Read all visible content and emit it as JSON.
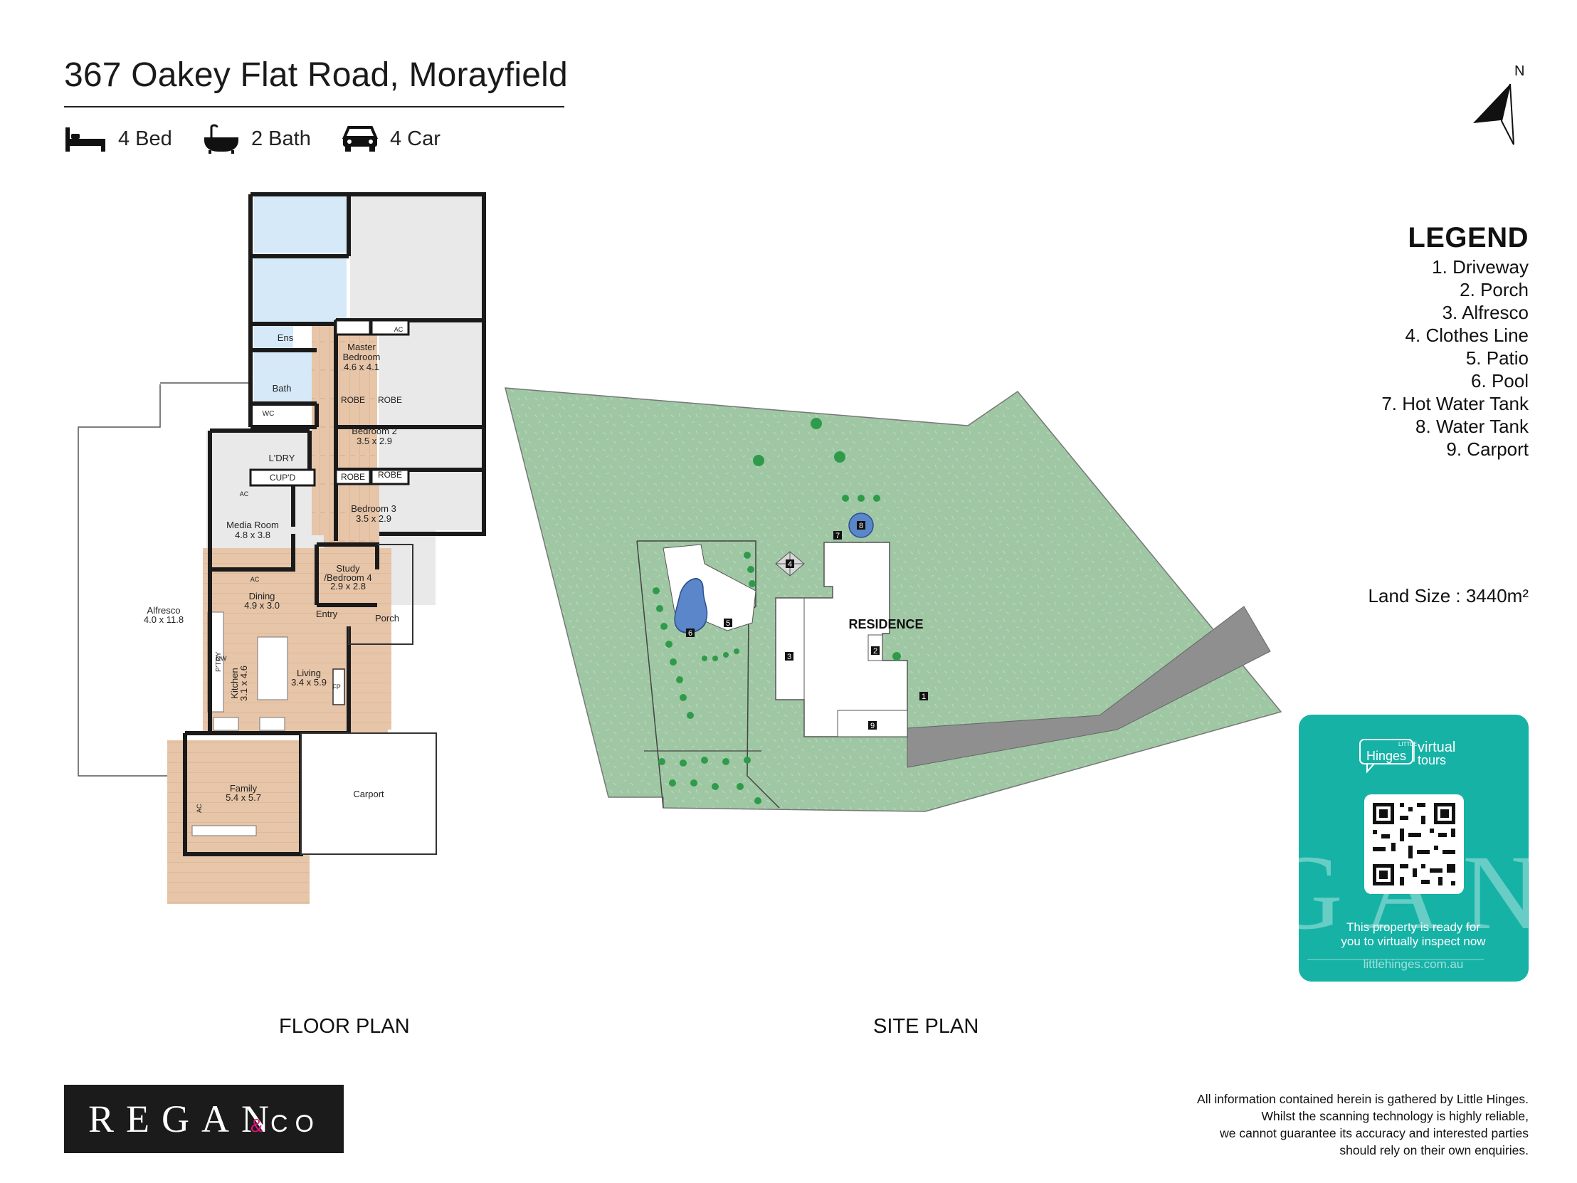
{
  "header": {
    "address": "367 Oakey Flat Road, Morayfield",
    "features": [
      {
        "icon": "bed-icon",
        "label": "4 Bed"
      },
      {
        "icon": "bath-icon",
        "label": "2 Bath"
      },
      {
        "icon": "car-icon",
        "label": "4 Car"
      }
    ],
    "compass_label": "N"
  },
  "floor_plan": {
    "label": "FLOOR PLAN",
    "rooms": {
      "ensuite": "Ens",
      "master_name": "Master",
      "master_name2": "Bedroom",
      "master_size": "4.6 x 4.1",
      "bath": "Bath",
      "wc": "WC",
      "robe": "ROBE",
      "bed2_name": "Bedroom 2",
      "bed2_size": "3.5 x 2.9",
      "laundry": "L'DRY",
      "cupboard": "CUP'D",
      "bed3_name": "Bedroom 3",
      "bed3_size": "3.5 x 2.9",
      "media_name": "Media Room",
      "media_size": "4.8 x 3.8",
      "study_name": "Study",
      "study_name2": "/Bedroom 4",
      "study_size": "2.9 x 2.8",
      "alfresco_name": "Alfresco",
      "alfresco_size": "4.0 x 11.8",
      "dining_name": "Dining",
      "dining_size": "4.9 x 3.0",
      "entry": "Entry",
      "porch": "Porch",
      "pantry": "P'TRY",
      "dw": "DW",
      "kitchen_name": "Kitchen",
      "kitchen_size": "3.1 x 4.6",
      "living_name": "Living",
      "living_size": "3.4 x 5.9",
      "fireplace": "FP",
      "family_name": "Family",
      "family_size": "5.4 x 5.7",
      "carport": "Carport",
      "ac": "AC"
    }
  },
  "site_plan": {
    "label": "SITE PLAN",
    "residence": "RESIDENCE",
    "markers": [
      "1",
      "2",
      "3",
      "4",
      "5",
      "6",
      "7",
      "8",
      "9"
    ]
  },
  "legend": {
    "title": "LEGEND",
    "items": [
      "1. Driveway",
      "2. Porch",
      "3. Alfresco",
      "4. Clothes Line",
      "5. Patio",
      "6. Pool",
      "7. Hot Water Tank",
      "8. Water Tank",
      "9. Carport"
    ]
  },
  "land_size": "Land Size : 3440m²",
  "virtual_tours": {
    "brand_small": "LITTLE",
    "brand_name": "Hinges",
    "brand_virtual": "virtual",
    "brand_tours": "tours",
    "line1": "This property is ready for",
    "line2": "you to virtually inspect now",
    "website": "littlehinges.com.au",
    "watermark": "GAN"
  },
  "agency": {
    "name": "REGAN",
    "suffix_amp": "&",
    "suffix": "CO"
  },
  "disclaimer": [
    "All information contained herein is gathered by Little Hinges.",
    "Whilst the scanning technology is highly reliable,",
    "we cannot guarantee its accuracy and interested parties",
    "should rely on their own enquiries."
  ],
  "colors": {
    "wet_areas": "#d6e9f8",
    "floorboards": "#e8c8ac",
    "room_fill": "#e8e8e8",
    "site_green": "#9fc7a4",
    "tree": "#2f9b4a",
    "driveway": "#8f8f8f",
    "pool": "#5b86c9",
    "card_teal": "#16b2a6",
    "brand_bg": "#1b1b1b",
    "brand_accent": "#e2147a"
  }
}
